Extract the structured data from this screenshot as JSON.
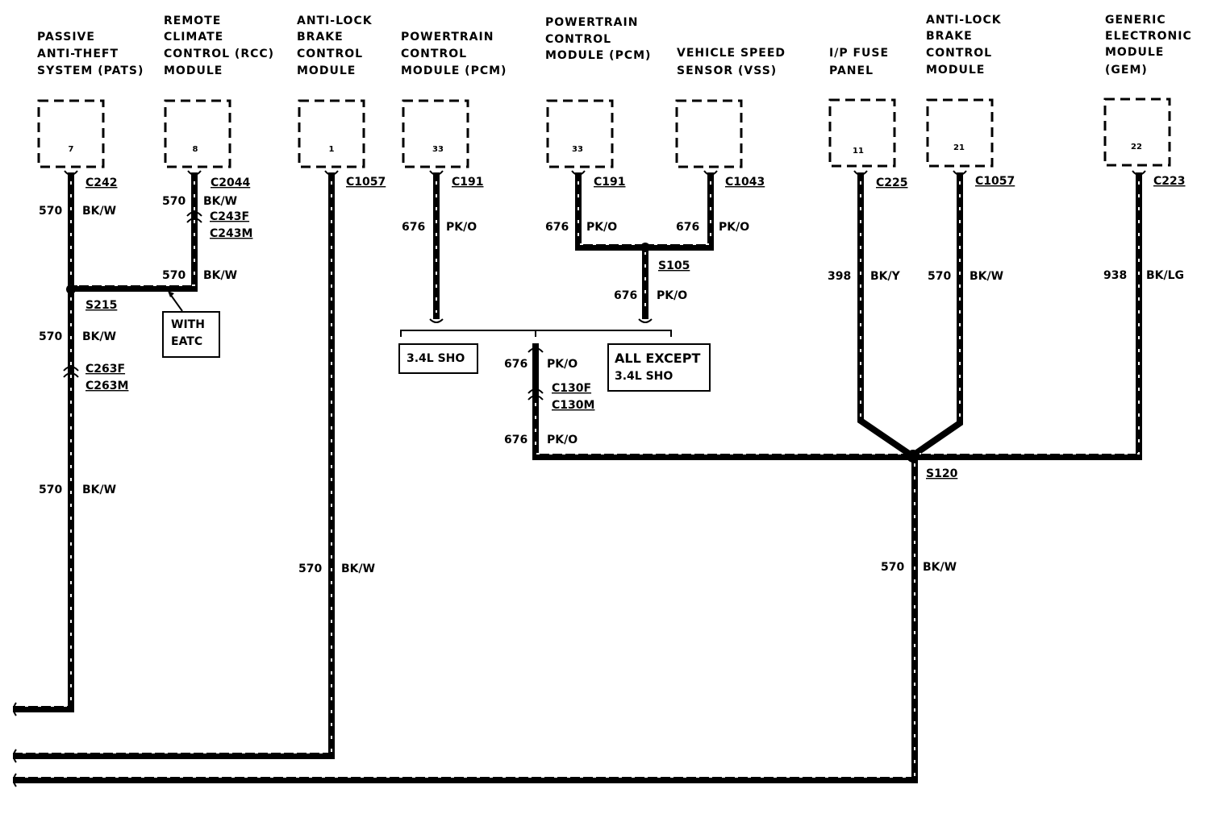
{
  "modules": {
    "pats": {
      "title": [
        "PASSIVE",
        "ANTI-THEFT",
        "SYSTEM (PATS)"
      ],
      "pin": "7",
      "connector": "C242"
    },
    "rcc": {
      "title": [
        "REMOTE",
        "CLIMATE",
        "CONTROL (RCC)",
        "MODULE"
      ],
      "pin": "8",
      "connector": "C2044"
    },
    "abs1": {
      "title": [
        "ANTI-LOCK",
        "BRAKE",
        "CONTROL",
        "MODULE"
      ],
      "pin": "1",
      "connector": "C1057"
    },
    "pcm1": {
      "title": [
        "POWERTRAIN",
        "CONTROL",
        "MODULE (PCM)"
      ],
      "pin": "33",
      "connector": "C191"
    },
    "pcm2": {
      "title": [
        "POWERTRAIN",
        "CONTROL",
        "MODULE (PCM)"
      ],
      "pin": "33",
      "connector": "C191"
    },
    "vss": {
      "title": [
        "VEHICLE SPEED",
        "SENSOR (VSS)"
      ],
      "connector": "C1043"
    },
    "fuse": {
      "title": [
        "I/P FUSE",
        "PANEL"
      ],
      "pin": "11",
      "connector": "C225"
    },
    "abs2": {
      "title": [
        "ANTI-LOCK",
        "BRAKE",
        "CONTROL",
        "MODULE"
      ],
      "pin": "21",
      "connector": "C1057"
    },
    "gem": {
      "title": [
        "GENERIC",
        "ELECTRONIC",
        "MODULE",
        "(GEM)"
      ],
      "pin": "22",
      "connector": "C223"
    }
  },
  "wire_labels": {
    "w570": "570",
    "w676": "676",
    "w398": "398",
    "w938": "938",
    "bkw": "BK/W",
    "pko": "PK/O",
    "bky": "BK/Y",
    "bklg": "BK/LG"
  },
  "splices": {
    "s215": "S215",
    "s105": "S105",
    "s120": "S120"
  },
  "inline_connectors": {
    "c243": [
      "C243F",
      "C243M"
    ],
    "c263": [
      "C263F",
      "C263M"
    ],
    "c130": [
      "C130F",
      "C130M"
    ]
  },
  "notes": {
    "with_eatc": [
      "WITH",
      "EATC"
    ],
    "sho": "3.4L SHO",
    "all_except": [
      "ALL EXCEPT",
      "3.4L SHO"
    ]
  }
}
